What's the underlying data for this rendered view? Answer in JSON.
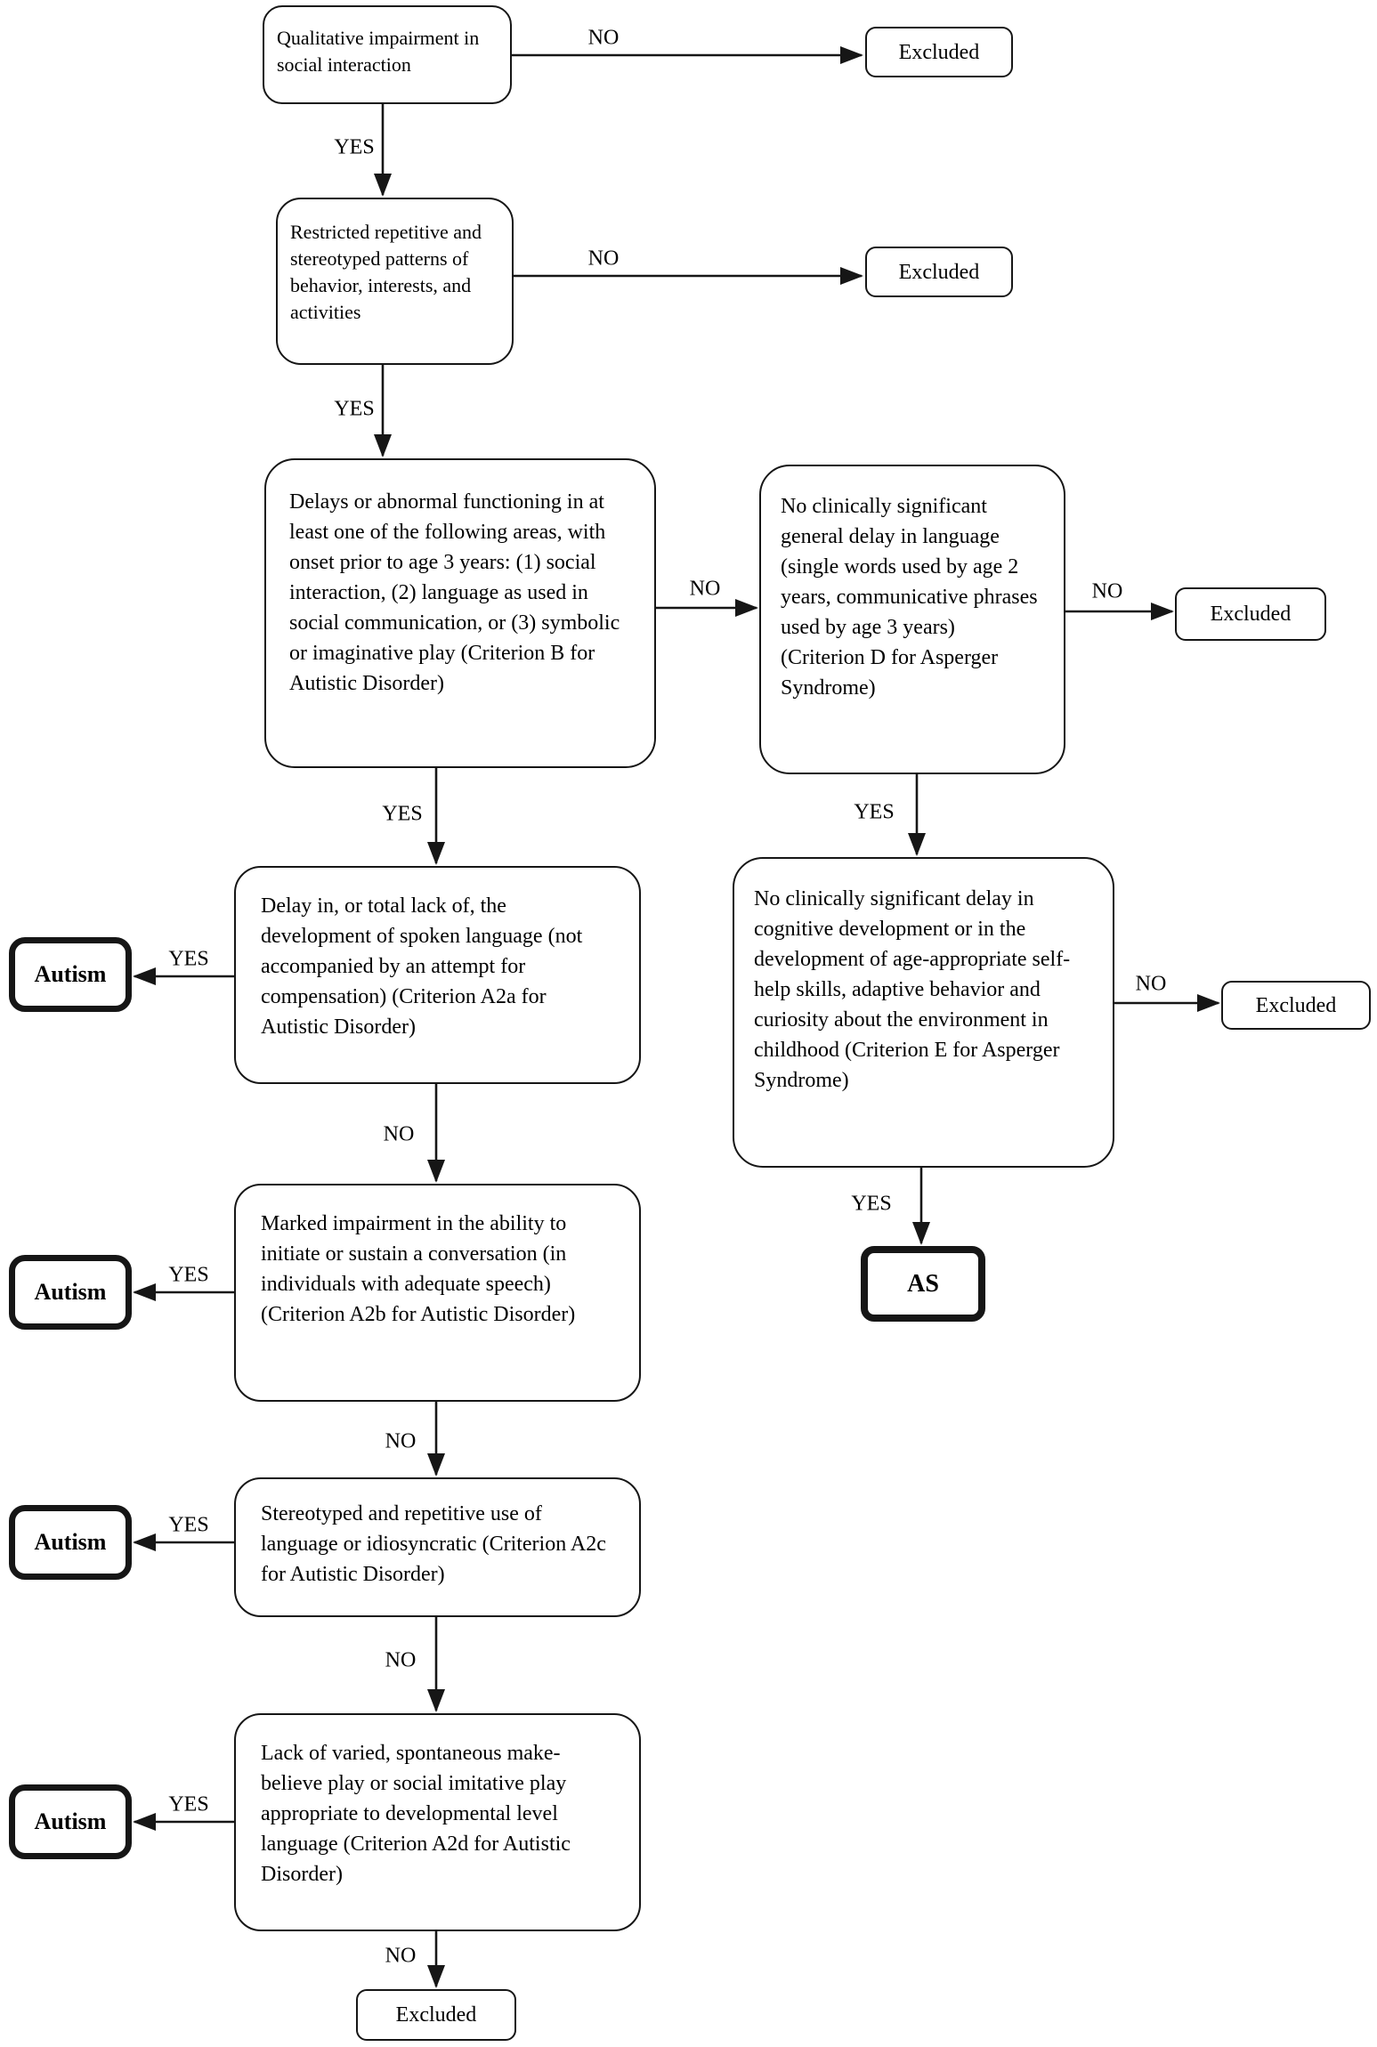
{
  "nodes": {
    "qualitative": {
      "text": "Qualitative impairment in social interaction"
    },
    "restricted": {
      "text": "Restricted repetitive and stereotyped patterns of behavior, interests, and activities"
    },
    "delays": {
      "text": "Delays or abnormal functioning in at least one of the following areas, with onset prior to age 3 years: (1) social interaction, (2) language as used in social communication, or (3) symbolic or imaginative play (Criterion B for Autistic Disorder)"
    },
    "language": {
      "text": "No clinically significant general delay in language (single words used by age 2 years, communicative phrases used by age 3 years) (Criterion D for Asperger Syndrome)"
    },
    "spoken": {
      "text": "Delay in, or total lack of, the development of spoken language (not accompanied by an attempt for compensation) (Criterion A2a for Autistic Disorder)"
    },
    "cognitive": {
      "text": "No clinically significant delay in cognitive development or in the development of age-appropriate self-help skills, adaptive behavior and curiosity about the environment in childhood (Criterion E for Asperger Syndrome)"
    },
    "conversation": {
      "text": "Marked impairment in the ability to initiate or sustain a conversation (in individuals with adequate speech) (Criterion A2b for Autistic Disorder)"
    },
    "stereotyped": {
      "text": "Stereotyped and repetitive use of language or idiosyncratic (Criterion A2c for Autistic Disorder)"
    },
    "makebelieve": {
      "text": "Lack of varied, spontaneous make-believe play or social imitative play appropriate to developmental level language (Criterion A2d for Autistic Disorder)"
    },
    "excluded1": {
      "text": "Excluded"
    },
    "excluded2": {
      "text": "Excluded"
    },
    "excluded3": {
      "text": "Excluded"
    },
    "excluded4": {
      "text": "Excluded"
    },
    "excluded5": {
      "text": "Excluded"
    },
    "autism1": {
      "text": "Autism"
    },
    "autism2": {
      "text": "Autism"
    },
    "autism3": {
      "text": "Autism"
    },
    "autism4": {
      "text": "Autism"
    },
    "asperger": {
      "text": "AS"
    }
  },
  "edges": {
    "qual_no": {
      "from": "qualitative",
      "to": "excluded1",
      "label": "NO"
    },
    "qual_yes": {
      "from": "qualitative",
      "to": "restricted",
      "label": "YES"
    },
    "restricted_no": {
      "from": "restricted",
      "to": "excluded2",
      "label": "NO"
    },
    "restricted_yes": {
      "from": "restricted",
      "to": "delays",
      "label": "YES"
    },
    "delays_no": {
      "from": "delays",
      "to": "language",
      "label": "NO"
    },
    "delays_yes": {
      "from": "delays",
      "to": "spoken",
      "label": "YES"
    },
    "language_no": {
      "from": "language",
      "to": "excluded3",
      "label": "NO"
    },
    "language_yes": {
      "from": "language",
      "to": "cognitive",
      "label": "YES"
    },
    "spoken_yes": {
      "from": "spoken",
      "to": "autism1",
      "label": "YES"
    },
    "spoken_no": {
      "from": "spoken",
      "to": "conversation",
      "label": "NO"
    },
    "cognitive_no": {
      "from": "cognitive",
      "to": "excluded4",
      "label": "NO"
    },
    "cognitive_yes": {
      "from": "cognitive",
      "to": "asperger",
      "label": "YES"
    },
    "conversation_yes": {
      "from": "conversation",
      "to": "autism2",
      "label": "YES"
    },
    "conversation_no": {
      "from": "conversation",
      "to": "stereotyped",
      "label": "NO"
    },
    "stereotyped_yes": {
      "from": "stereotyped",
      "to": "autism3",
      "label": "YES"
    },
    "stereotyped_no": {
      "from": "stereotyped",
      "to": "makebelieve",
      "label": "NO"
    },
    "makebelieve_yes": {
      "from": "makebelieve",
      "to": "autism4",
      "label": "YES"
    },
    "makebelieve_no": {
      "from": "makebelieve",
      "to": "excluded5",
      "label": "NO"
    }
  },
  "colors": {
    "stroke": "#161616",
    "background": "#ffffff",
    "text": "#000000"
  }
}
